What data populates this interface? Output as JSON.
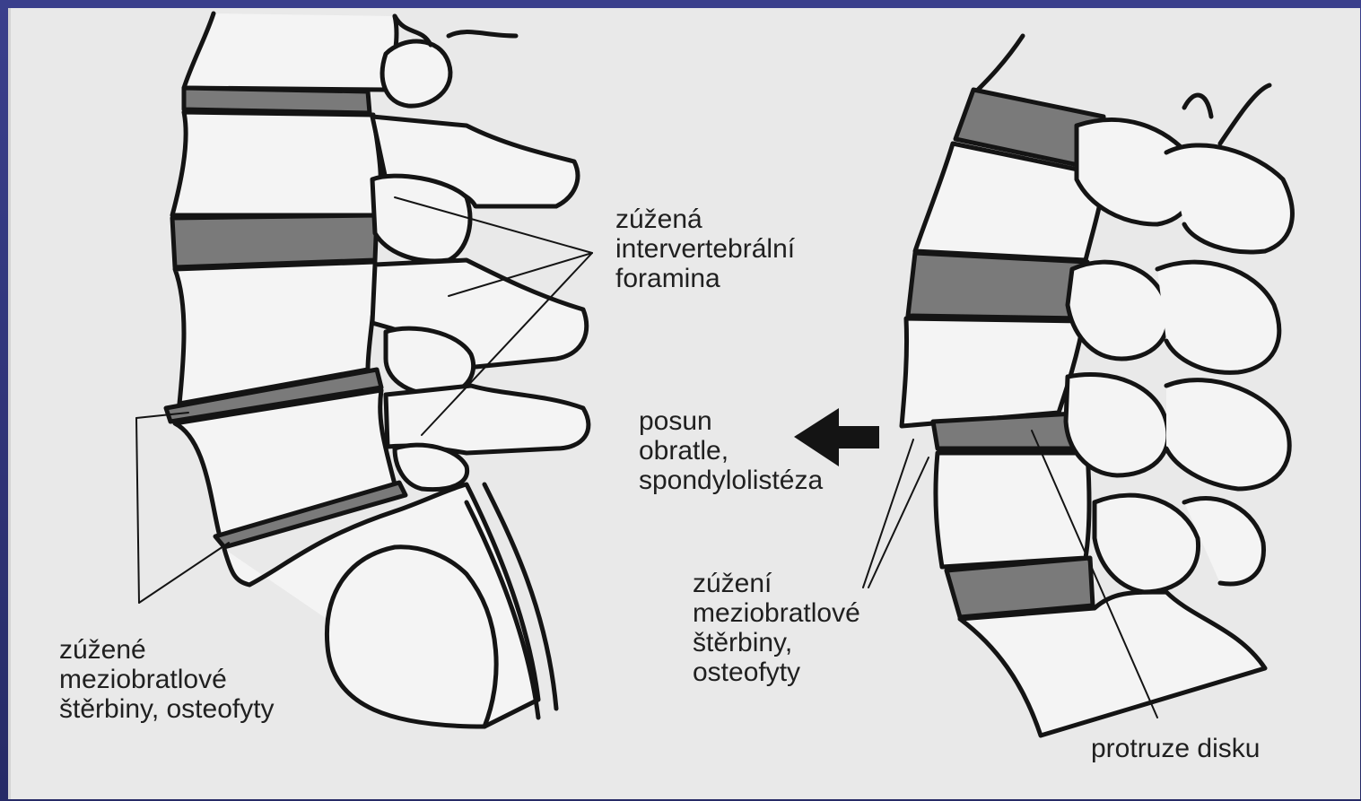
{
  "colors": {
    "background": "#2a2a5e",
    "paper": "#e9e9e9",
    "disc": "#7a7a7a",
    "bone": "#f4f4f4",
    "ink": "#141414"
  },
  "labels": {
    "foramina": [
      "zúžená",
      "intervertebrální",
      "foramina"
    ],
    "listhesis": [
      "posun",
      "obratle,",
      "spondylolistéza"
    ],
    "narrowed_right": [
      "zúžení",
      "meziobratlové",
      "štěrbiny,",
      "osteofyty"
    ],
    "narrowed_left": [
      "zúžené",
      "meziobratlové",
      "štěrbiny, osteofyty"
    ],
    "protrusion": "protruze disku"
  },
  "icons": {
    "arrow": "arrow-left-icon"
  }
}
